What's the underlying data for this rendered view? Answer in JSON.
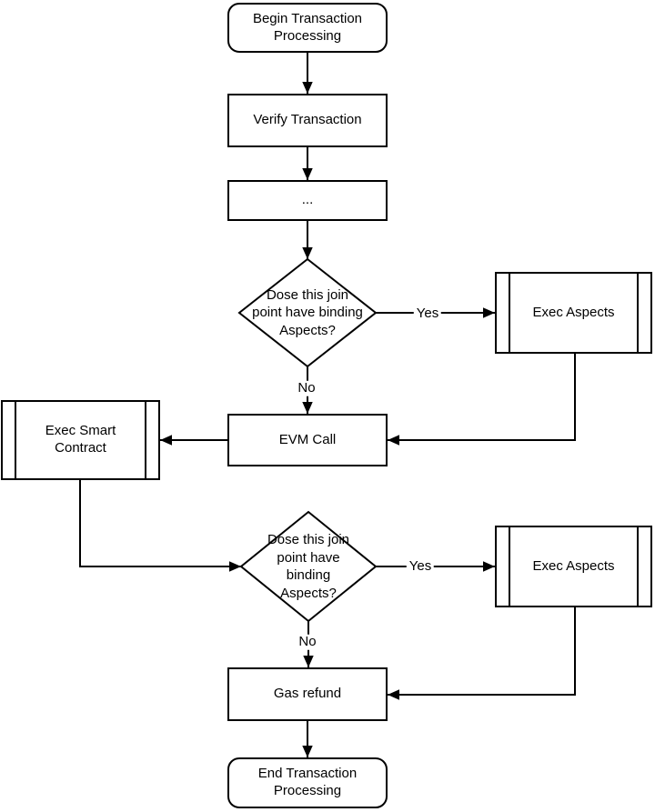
{
  "diagram": {
    "colors": {
      "stroke": "#000000",
      "background": "#ffffff",
      "text": "#000000"
    },
    "nodes": {
      "begin": {
        "label": [
          "Begin Transaction",
          "Processing"
        ]
      },
      "verify": {
        "label": "Verify Transaction"
      },
      "ellipsis": {
        "label": "..."
      },
      "decision1": {
        "label": [
          "Dose this join",
          "point have binding",
          "Aspects?"
        ]
      },
      "exec_aspects_1": {
        "label": "Exec Aspects"
      },
      "evm_call": {
        "label": "EVM Call"
      },
      "exec_smart_contract": {
        "label": [
          "Exec Smart",
          "Contract"
        ]
      },
      "decision2": {
        "label": [
          "Dose this join",
          "point have",
          "binding",
          "Aspects?"
        ]
      },
      "exec_aspects_2": {
        "label": "Exec Aspects"
      },
      "gas_refund": {
        "label": "Gas refund"
      },
      "end": {
        "label": [
          "End Transaction",
          "Processing"
        ]
      }
    },
    "edge_labels": {
      "yes1": "Yes",
      "no1": "No",
      "yes2": "Yes",
      "no2": "No"
    }
  }
}
